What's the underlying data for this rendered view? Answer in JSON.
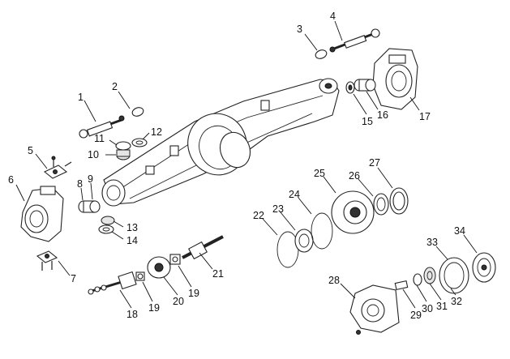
{
  "callouts": [
    {
      "id": "1",
      "text": "1"
    },
    {
      "id": "2",
      "text": "2"
    },
    {
      "id": "3",
      "text": "3"
    },
    {
      "id": "4",
      "text": "4"
    },
    {
      "id": "5",
      "text": "5"
    },
    {
      "id": "6",
      "text": "6"
    },
    {
      "id": "7",
      "text": "7"
    },
    {
      "id": "8",
      "text": "8"
    },
    {
      "id": "9",
      "text": "9"
    },
    {
      "id": "10",
      "text": "10"
    },
    {
      "id": "11",
      "text": "11"
    },
    {
      "id": "12",
      "text": "12"
    },
    {
      "id": "13",
      "text": "13"
    },
    {
      "id": "14",
      "text": "14"
    },
    {
      "id": "15",
      "text": "15"
    },
    {
      "id": "16",
      "text": "16"
    },
    {
      "id": "17",
      "text": "17"
    },
    {
      "id": "18",
      "text": "18"
    },
    {
      "id": "19a",
      "text": "19"
    },
    {
      "id": "19b",
      "text": "19"
    },
    {
      "id": "20",
      "text": "20"
    },
    {
      "id": "21",
      "text": "21"
    },
    {
      "id": "22",
      "text": "22"
    },
    {
      "id": "23",
      "text": "23"
    },
    {
      "id": "24",
      "text": "24"
    },
    {
      "id": "25",
      "text": "25"
    },
    {
      "id": "26",
      "text": "26"
    },
    {
      "id": "27",
      "text": "27"
    },
    {
      "id": "28",
      "text": "28"
    },
    {
      "id": "29",
      "text": "29"
    },
    {
      "id": "30",
      "text": "30"
    },
    {
      "id": "31",
      "text": "31"
    },
    {
      "id": "32",
      "text": "32"
    },
    {
      "id": "33",
      "text": "33"
    },
    {
      "id": "34",
      "text": "34"
    }
  ]
}
